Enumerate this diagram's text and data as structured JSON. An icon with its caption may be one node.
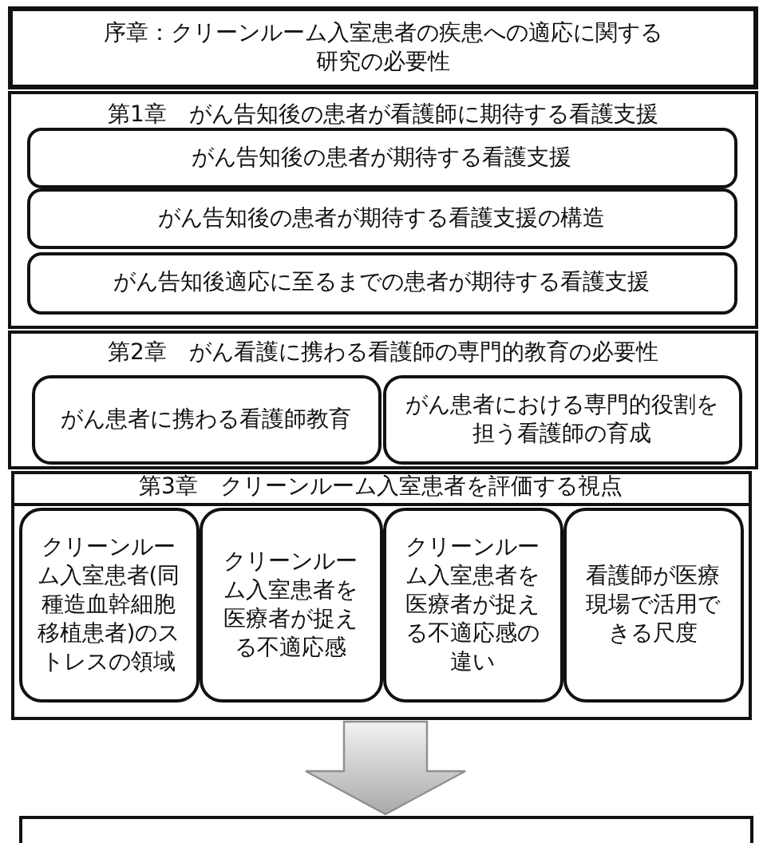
{
  "diagram": {
    "nodes": [
      {
        "text": [
          "序章：クリーンルーム入室患者の疾患への適応に関する研究の必要性"
        ]
      },
      {
        "text": [
          "第1章　がん告知後の患者が看護師に期待する看護支援"
        ]
      },
      {
        "text": [
          "がん告知後の患者が期待する看護支援"
        ],
        "in": 1
      },
      {
        "text": [
          "がん告知後の患者が期待する看護支援の構造"
        ],
        "in": 1
      },
      {
        "text": [
          "がん告知後適応に至るまでの患者が期待する看護支援"
        ],
        "in": 1
      },
      {
        "text": [
          "第2章　がん看護に携わる看護師の専門的教育の必要性"
        ]
      },
      {
        "text": [
          "がん患者に携わる看護師教育"
        ],
        "in": 5
      },
      {
        "text": [
          "がん患者における専門的役割を担う看護師の育成"
        ],
        "in": 5
      },
      {
        "text": [
          "第3章　クリーンルーム入室患者を評価する視点"
        ]
      },
      {
        "text": [
          "クリーンルーム入室患者(同種造血幹細胞移植患者)のストレスの領域"
        ],
        "in": 8
      },
      {
        "text": [
          "クリーンルーム入室患者を医療者が捉える不適応感"
        ],
        "in": 8
      },
      {
        "text": [
          "クリーンルーム入室患者を医療者が捉える不適応感の違い"
        ],
        "in": 8
      },
      {
        "text": [
          "看護師が医療現場で活用できる尺度"
        ],
        "in": 8
      },
      {
        "text": [],
        "shape": "box"
      }
    ],
    "edges": [
      {
        "from": 8,
        "to": 13,
        "arrow": "to"
      }
    ]
  }
}
